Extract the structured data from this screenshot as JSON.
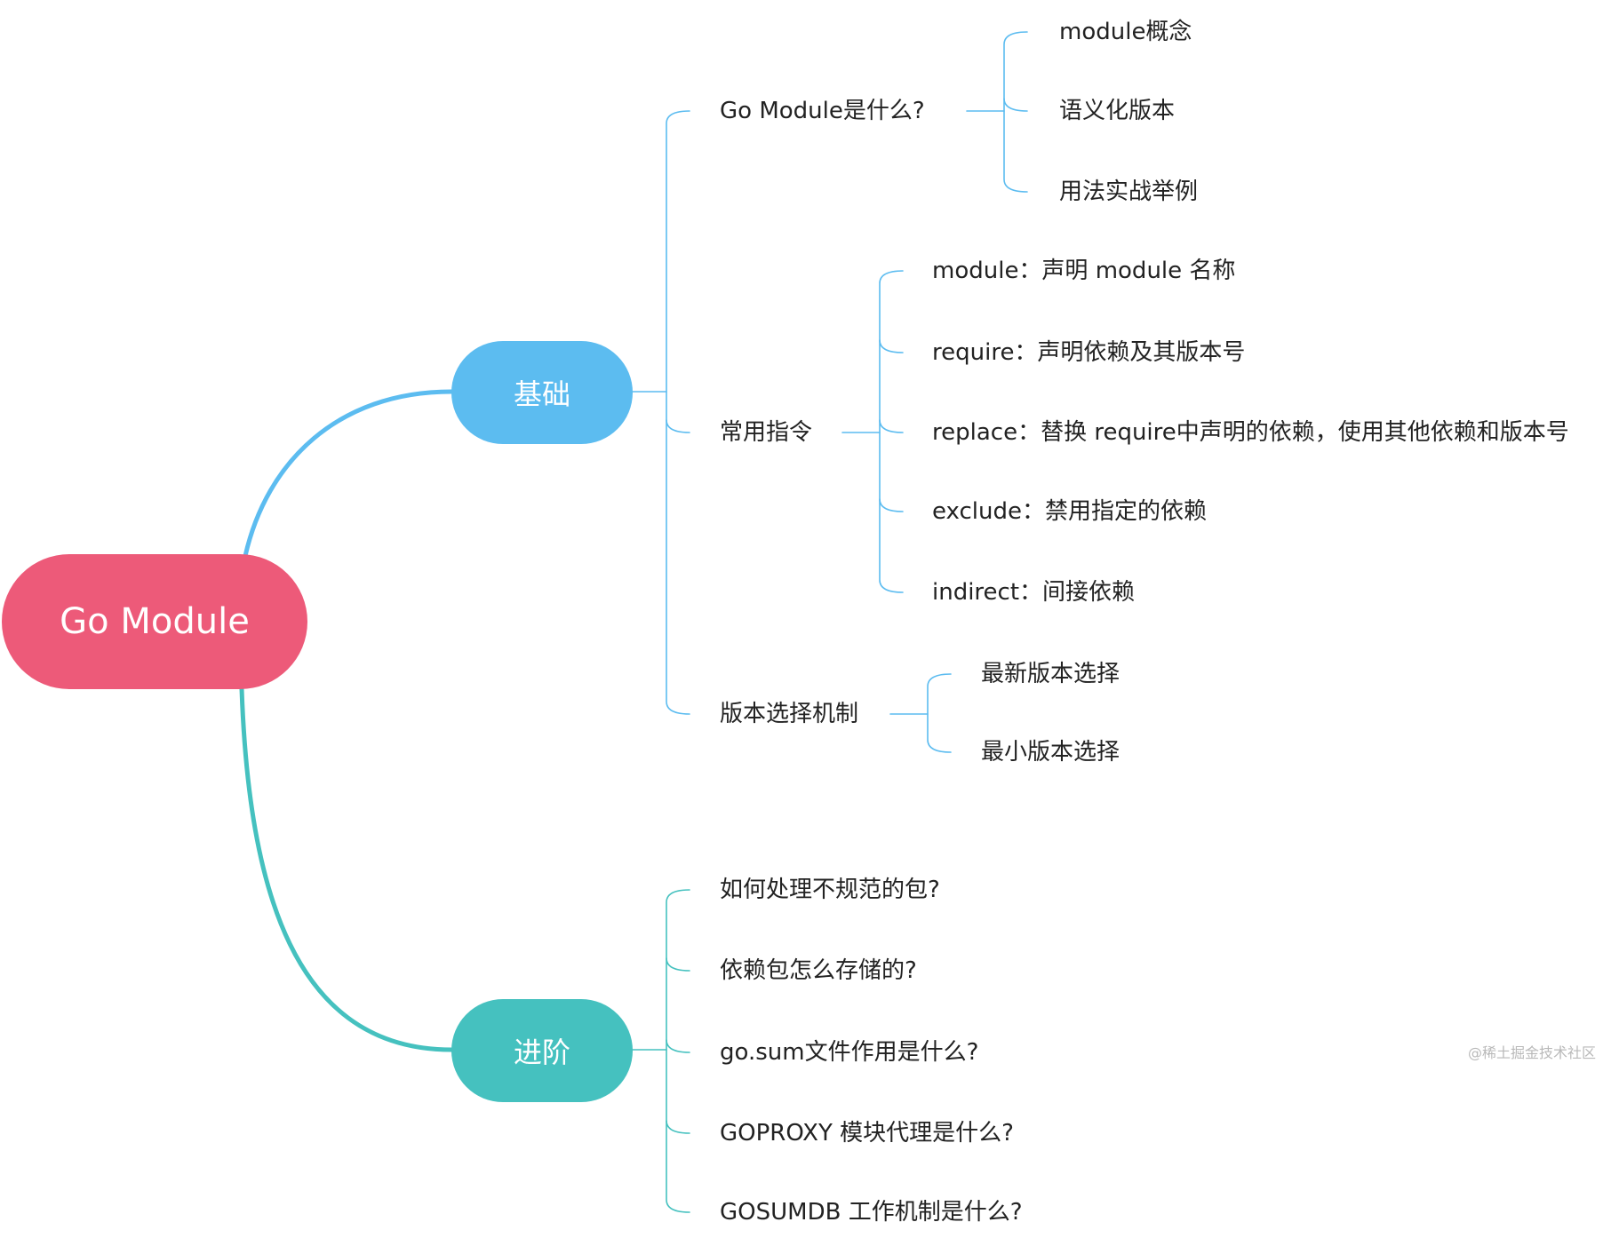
{
  "root": {
    "label": "Go Module",
    "color": "#ed5a79"
  },
  "branches": [
    {
      "id": "basics",
      "label": "基础",
      "color": "#5cbcf0",
      "children": [
        {
          "label": "Go Module是什么?",
          "children": [
            "module概念",
            "语义化版本",
            "用法实战举例"
          ]
        },
        {
          "label": "常用指令",
          "children": [
            "module：声明 module 名称",
            "require：声明依赖及其版本号",
            "replace：替换 require中声明的依赖，使用其他依赖和版本号",
            "exclude：禁用指定的依赖",
            "indirect：间接依赖"
          ]
        },
        {
          "label": "版本选择机制",
          "children": [
            "最新版本选择",
            "最小版本选择"
          ]
        }
      ]
    },
    {
      "id": "advanced",
      "label": "进阶",
      "color": "#45c1bf",
      "children": [
        {
          "label": "如何处理不规范的包?",
          "children": []
        },
        {
          "label": "依赖包怎么存储的?",
          "children": []
        },
        {
          "label": "go.sum文件作用是什么?",
          "children": []
        },
        {
          "label": "GOPROXY 模块代理是什么?",
          "children": []
        },
        {
          "label": "GOSUMDB 工作机制是什么?",
          "children": []
        }
      ]
    }
  ],
  "watermark": "@稀土掘金技术社区"
}
